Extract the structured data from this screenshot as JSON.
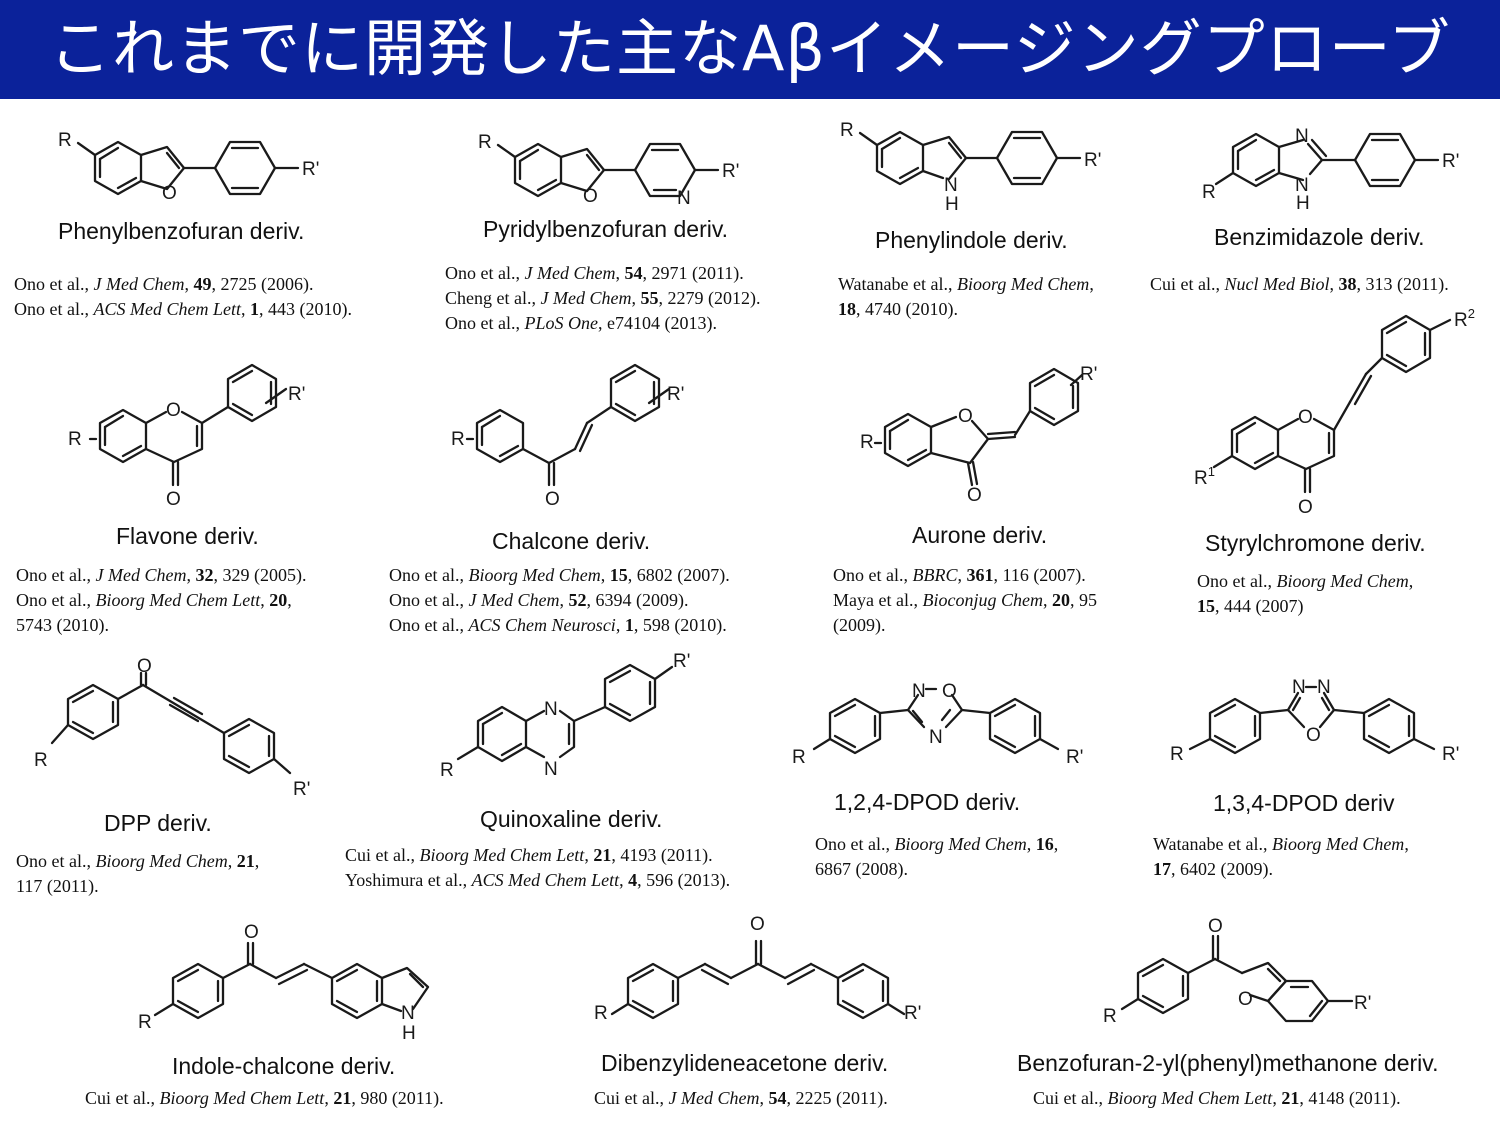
{
  "title": "これまでに開発した主なAβイメージングプローブ",
  "colors": {
    "title_bar": "#0b229a",
    "title_text": "#ffffff"
  },
  "probes": [
    {
      "name": "Phenylbenzofuran deriv.",
      "labels": {
        "r": "R",
        "rp": "R'",
        "o": "O"
      },
      "refs": [
        {
          "authors": "Ono et al., ",
          "journal": "J Med Chem",
          "volume": "49",
          "pages": ", 2725 (2006)."
        },
        {
          "authors": "Ono et al., ",
          "journal": "ACS Med Chem Lett",
          "volume": "1",
          "pages": ", 443 (2010)."
        }
      ]
    },
    {
      "name": "Pyridylbenzofuran deriv.",
      "labels": {
        "r": "R",
        "rp": "R'",
        "o": "O",
        "n": "N"
      },
      "refs": [
        {
          "authors": "Ono et al., ",
          "journal": "J Med Chem",
          "volume": "54",
          "pages": ", 2971 (2011)."
        },
        {
          "authors": "Cheng et al., ",
          "journal": "J Med Chem",
          "volume": "55",
          "pages": ", 2279 (2012)."
        },
        {
          "authors": "Ono et al., ",
          "journal": "PLoS One",
          "volume": "",
          "pages": ", e74104 (2013)."
        }
      ]
    },
    {
      "name": "Phenylindole deriv.",
      "labels": {
        "r": "R",
        "rp": "R'",
        "n": "N",
        "h": "H"
      },
      "refs": [
        {
          "authors": "Watanabe et al., ",
          "journal": "Bioorg Med Chem",
          "volume": "",
          "pages": ","
        },
        {
          "authors": "",
          "journal": "",
          "volume": "18",
          "pages": ", 4740 (2010)."
        }
      ]
    },
    {
      "name": "Benzimidazole deriv.",
      "labels": {
        "r": "R",
        "rp": "R'",
        "n1": "N",
        "n2": "N",
        "h": "H"
      },
      "refs": [
        {
          "authors": "Cui et al., ",
          "journal": "Nucl Med Biol",
          "volume": "38",
          "pages": ", 313 (2011)."
        }
      ]
    },
    {
      "name": "Flavone deriv.",
      "labels": {
        "r": "R",
        "rp": "R'",
        "o1": "O",
        "o2": "O"
      },
      "refs": [
        {
          "authors": "Ono et al., ",
          "journal": "J Med Chem",
          "volume": "32",
          "pages": ", 329 (2005)."
        },
        {
          "authors": "Ono et al., ",
          "journal": "Bioorg Med Chem Lett",
          "volume": "20",
          "pages": ","
        },
        {
          "authors": "",
          "journal": "",
          "volume": "",
          "pages": "5743 (2010)."
        }
      ]
    },
    {
      "name": "Chalcone deriv.",
      "labels": {
        "r": "R",
        "rp": "R'",
        "o": "O"
      },
      "refs": [
        {
          "authors": "Ono et al., ",
          "journal": "Bioorg Med Chem",
          "volume": "15",
          "pages": ", 6802 (2007)."
        },
        {
          "authors": "Ono et al., ",
          "journal": "J Med Chem",
          "volume": "52",
          "pages": ", 6394 (2009)."
        },
        {
          "authors": "Ono et al., ",
          "journal": "ACS Chem Neurosci",
          "volume": "1",
          "pages": ", 598 (2010)."
        }
      ]
    },
    {
      "name": "Aurone deriv.",
      "labels": {
        "r": "R",
        "rp": "R'",
        "o1": "O",
        "o2": "O"
      },
      "refs": [
        {
          "authors": "Ono et al., ",
          "journal": "BBRC",
          "volume": "361",
          "pages": ", 116 (2007)."
        },
        {
          "authors": "Maya et al., ",
          "journal": "Bioconjug Chem",
          "volume": "20",
          "pages": ", 95"
        },
        {
          "authors": "",
          "journal": "",
          "volume": "",
          "pages": "(2009)."
        }
      ]
    },
    {
      "name": "Styrylchromone deriv.",
      "labels": {
        "r1": "R",
        "r1sup": "1",
        "r2": "R",
        "r2sup": "2",
        "o1": "O",
        "o2": "O"
      },
      "refs": [
        {
          "authors": "Ono et al., ",
          "journal": "Bioorg Med Chem",
          "volume": "",
          "pages": ","
        },
        {
          "authors": "",
          "journal": "",
          "volume": "15",
          "pages": ", 444 (2007)"
        }
      ]
    },
    {
      "name": "DPP deriv.",
      "labels": {
        "r": "R",
        "rp": "R'",
        "o": "O"
      },
      "refs": [
        {
          "authors": "Ono et al., ",
          "journal": "Bioorg Med Chem",
          "volume": "21",
          "pages": ","
        },
        {
          "authors": "",
          "journal": "",
          "volume": "",
          "pages": "117 (2011)."
        }
      ]
    },
    {
      "name": "Quinoxaline deriv.",
      "labels": {
        "r": "R",
        "rp": "R'",
        "n1": "N",
        "n2": "N"
      },
      "refs": [
        {
          "authors": "Cui et al., ",
          "journal": "Bioorg Med Chem Lett",
          "volume": "21",
          "pages": ", 4193 (2011)."
        },
        {
          "authors": "Yoshimura et al., ",
          "journal": "ACS Med Chem Lett",
          "volume": "4",
          "pages": ", 596 (2013)."
        }
      ]
    },
    {
      "name": "1,2,4-DPOD deriv.",
      "labels": {
        "r": "R",
        "rp": "R'",
        "n1": "N",
        "o": "O",
        "n2": "N"
      },
      "refs": [
        {
          "authors": "Ono et al., ",
          "journal": "Bioorg Med Chem",
          "volume": "16",
          "pages": ","
        },
        {
          "authors": "",
          "journal": "",
          "volume": "",
          "pages": "6867 (2008)."
        }
      ]
    },
    {
      "name": "1,3,4-DPOD deriv",
      "labels": {
        "r": "R",
        "rp": "R'",
        "n1": "N",
        "n2": "N",
        "o": "O"
      },
      "refs": [
        {
          "authors": "Watanabe et al., ",
          "journal": "Bioorg Med Chem",
          "volume": "",
          "pages": ","
        },
        {
          "authors": "",
          "journal": "",
          "volume": "17",
          "pages": ", 6402 (2009)."
        }
      ]
    },
    {
      "name": "Indole-chalcone deriv.",
      "labels": {
        "r": "R",
        "o": "O",
        "n": "N",
        "h": "H"
      },
      "refs": [
        {
          "authors": "Cui et al., ",
          "journal": "Bioorg Med Chem Lett",
          "volume": "21",
          "pages": ", 980 (2011)."
        }
      ]
    },
    {
      "name": "Dibenzylideneacetone deriv.",
      "labels": {
        "r": "R",
        "rp": "R'",
        "o": "O"
      },
      "refs": [
        {
          "authors": "Cui et al., ",
          "journal": "J Med Chem",
          "volume": "54",
          "pages": ", 2225 (2011)."
        }
      ]
    },
    {
      "name": "Benzofuran-2-yl(phenyl)methanone deriv.",
      "labels": {
        "r": "R",
        "rp": "R'",
        "o1": "O",
        "o2": "O"
      },
      "refs": [
        {
          "authors": "Cui et al., ",
          "journal": "Bioorg Med Chem Lett",
          "volume": "21",
          "pages": ", 4148 (2011)."
        }
      ]
    }
  ]
}
